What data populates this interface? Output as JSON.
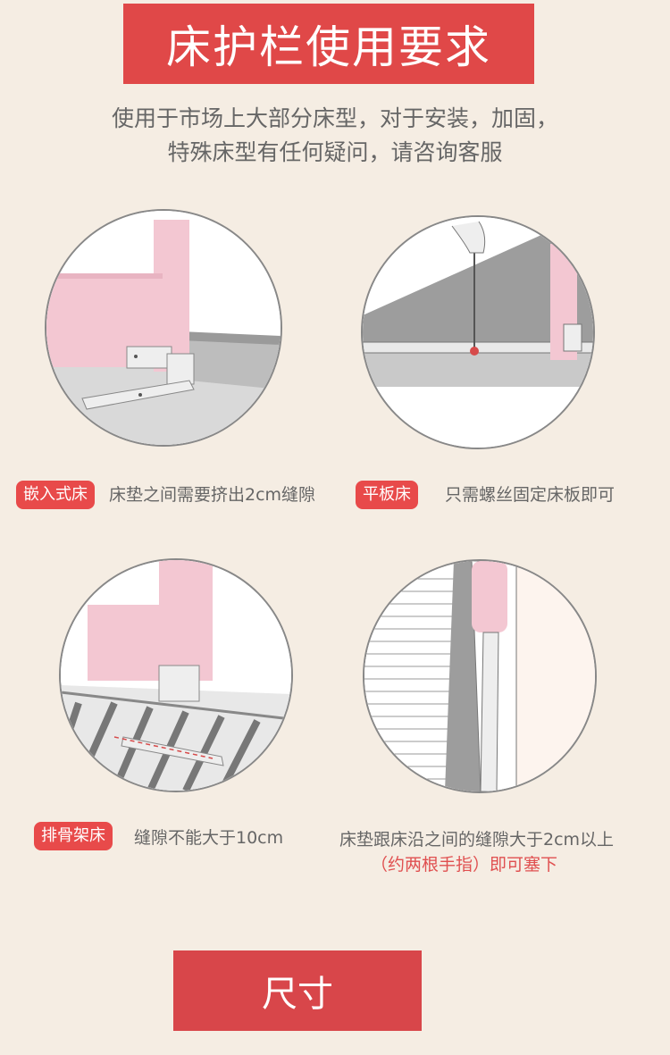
{
  "header": {
    "title": "床护栏使用要求"
  },
  "intro": {
    "line1": "使用于市场上大部分床型，对于安装，加固，",
    "line2": "特殊床型有任何疑问，请咨询客服"
  },
  "items": [
    {
      "tag": "嵌入式床",
      "caption": "床垫之间需要挤出2cm缝隙"
    },
    {
      "tag": "平板床",
      "caption": "只需螺丝固定床板即可"
    },
    {
      "tag": "排骨架床",
      "caption": "缝隙不能大于10cm"
    },
    {
      "caption": "床垫跟床沿之间的缝隙大于2cm以上",
      "caption_note": "（约两根手指）即可塞下"
    }
  ],
  "footer": {
    "title": "尺寸"
  },
  "colors": {
    "brand_red": "#e04848",
    "background": "#f5ede3",
    "rail_pink": "#f3c7d2"
  }
}
